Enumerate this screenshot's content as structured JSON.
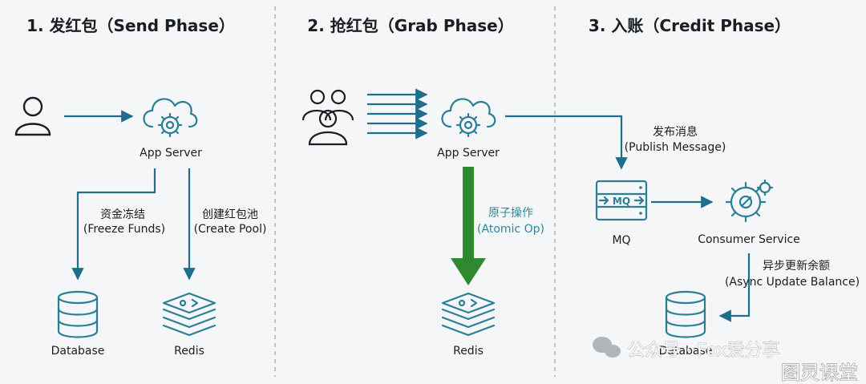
{
  "phases": [
    {
      "title": "1. 发红包（Send Phase）"
    },
    {
      "title": "2. 抢红包（Grab Phase）"
    },
    {
      "title": "3. 入账（Credit Phase）"
    }
  ],
  "nodes": {
    "p1_app_server": "App Server",
    "p1_database": "Database",
    "p1_redis": "Redis",
    "p2_app_server": "App Server",
    "p2_redis": "Redis",
    "p3_mq": "MQ",
    "p3_consumer": "Consumer Service",
    "p3_database": "Database"
  },
  "edges": {
    "freeze_funds_cn": "资金冻结",
    "freeze_funds_en": "(Freeze Funds)",
    "create_pool_cn": "创建红包池",
    "create_pool_en": "(Create Pool)",
    "atomic_op_cn": "原子操作",
    "atomic_op_en": "(Atomic Op)",
    "publish_cn": "发布消息",
    "publish_en": "(Publish Message)",
    "async_cn": "异步更新余额",
    "async_en": "(Async Update Balance)"
  },
  "icons": {
    "mq_box_text": "MQ"
  },
  "watermark": {
    "channel": "公众号 · Fox爱分享",
    "site": "图灵课堂"
  },
  "colors": {
    "accent": "#2a7f95",
    "arrow": "#1f6f8c",
    "green": "#2f8a2f",
    "teal_text": "#2a8a9c"
  }
}
